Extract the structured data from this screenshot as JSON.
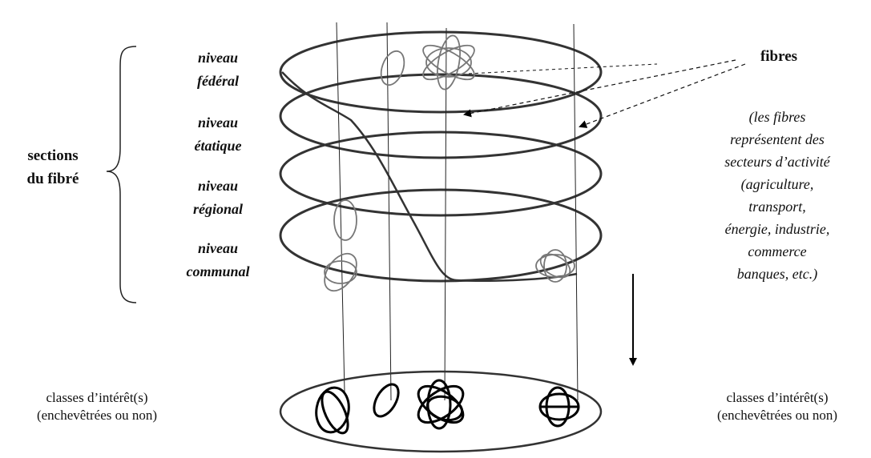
{
  "levels": [
    {
      "line1": "niveau",
      "line2": "fédéral"
    },
    {
      "line1": "niveau",
      "line2": "étatique"
    },
    {
      "line1": "niveau",
      "line2": "régional"
    },
    {
      "line1": "niveau",
      "line2": "communal"
    }
  ],
  "sections": {
    "line1": "sections",
    "line2": "du fibré"
  },
  "fibres": {
    "title": "fibres",
    "description": [
      "(les fibres",
      "représentent des",
      "secteurs d’activité",
      "(agriculture,",
      "transport,",
      "énergie, industrie,",
      "commerce",
      "banques,  etc.)"
    ]
  },
  "classes_left": {
    "line1": "classes d’intérêt(s)",
    "line2": "(enchevêtrées ou non)"
  },
  "classes_right": {
    "line1": "classes d’intérêt(s)",
    "line2": "(enchevêtrées ou non)"
  }
}
